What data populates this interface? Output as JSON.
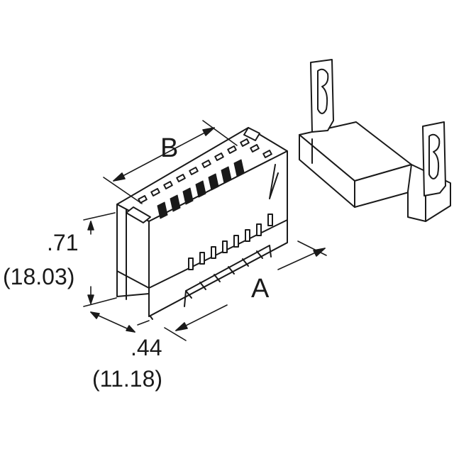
{
  "dimensions": {
    "width_label": "B",
    "length_label": "A",
    "height_in": ".71",
    "height_mm": "(18.03)",
    "depth_in": ".44",
    "depth_mm": "(11.18)"
  },
  "colors": {
    "line": "#1a1a1a",
    "fill": "#ffffff",
    "slot_dark": "#1a1a1a",
    "slot_light": "#ffffff"
  }
}
